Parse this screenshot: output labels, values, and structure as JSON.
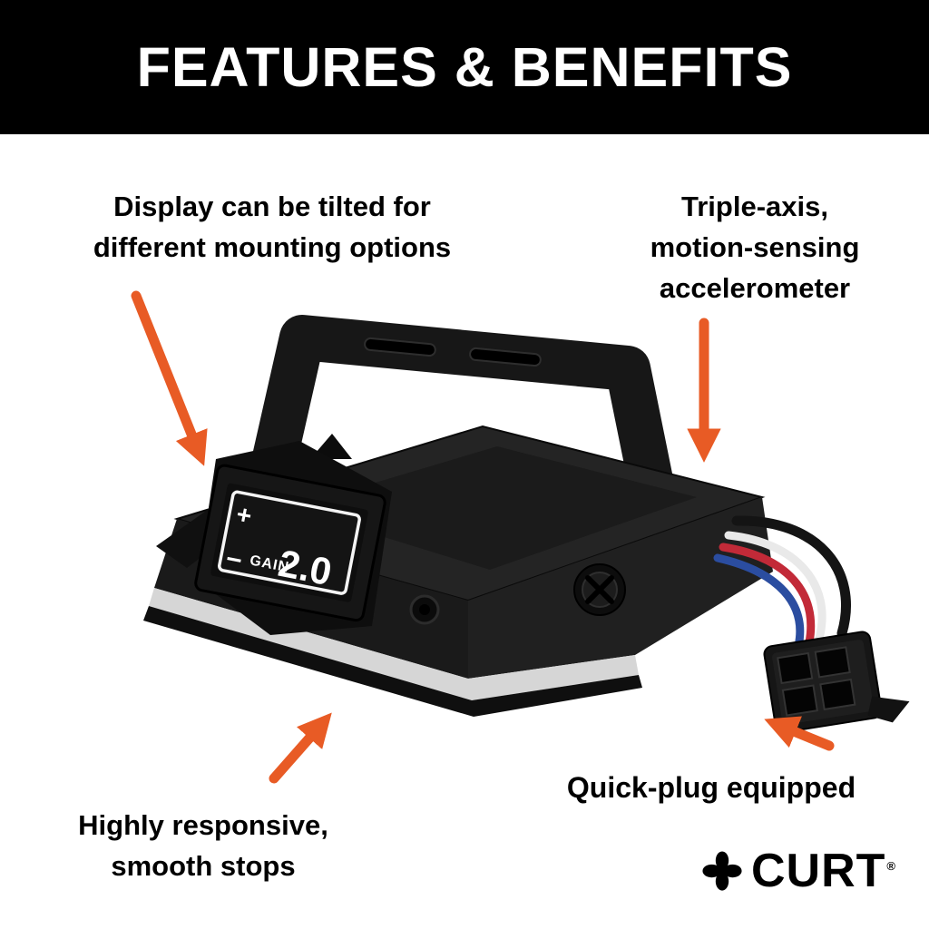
{
  "header": {
    "title": "FEATURES & BENEFITS"
  },
  "callouts": {
    "display_tilt": {
      "lines": [
        "Display can be tilted for",
        "different mounting options"
      ]
    },
    "accelerometer": {
      "lines": [
        "Triple-axis,",
        "motion-sensing",
        "accelerometer"
      ]
    },
    "quick_plug": {
      "lines": [
        "Quick-plug equipped"
      ]
    },
    "responsive": {
      "lines": [
        "Highly responsive,",
        "smooth stops"
      ]
    }
  },
  "device": {
    "display": {
      "plus": "+",
      "minus": "−",
      "gain_label": "GAIN",
      "gain_value": "2.0"
    }
  },
  "logo": {
    "text": "CURT",
    "registered": "®",
    "icon": "curt-flower-icon"
  },
  "colors": {
    "accent_orange": "#E85B25",
    "header_bg": "#000000",
    "page_bg": "#FFFFFF",
    "text_color": "#000000",
    "wire_white": "#E9E9E9",
    "wire_red": "#C22A38",
    "wire_blue": "#2B4DA0",
    "wire_black": "#141414"
  }
}
